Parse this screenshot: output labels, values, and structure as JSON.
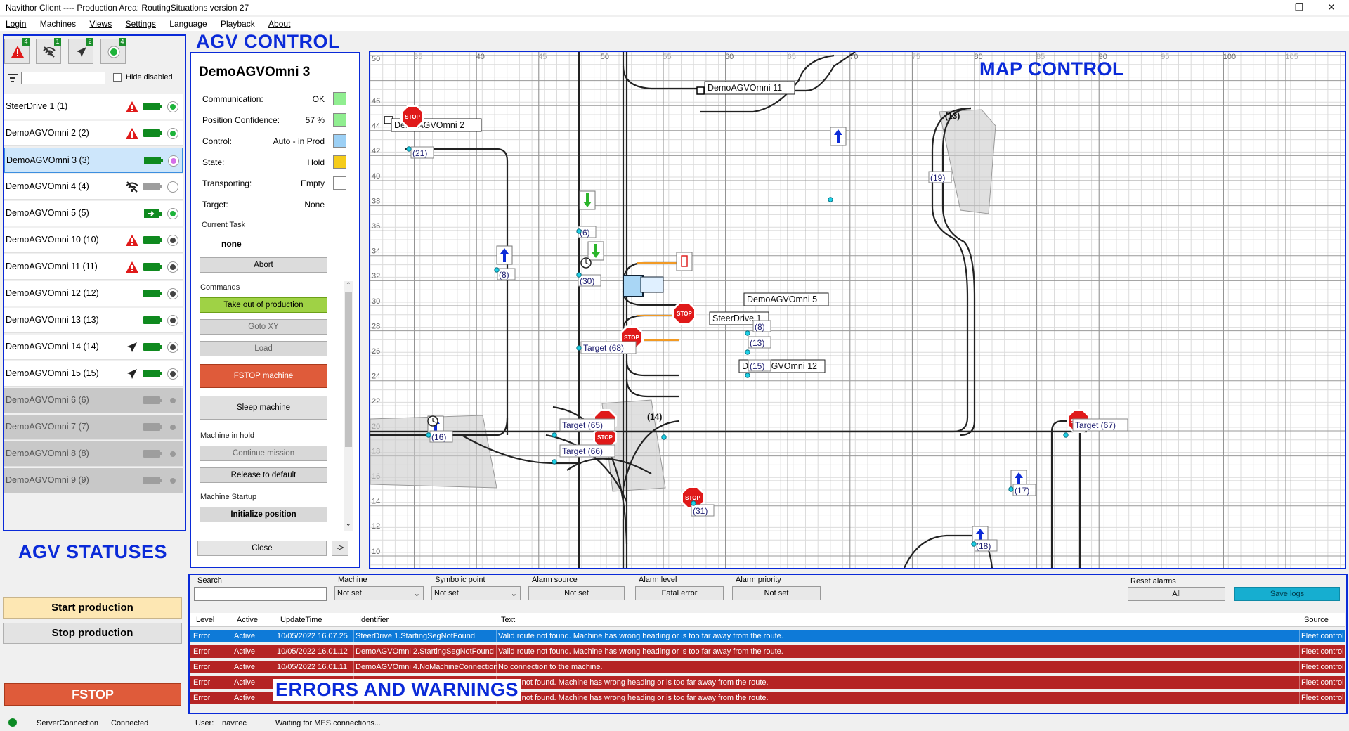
{
  "window": {
    "title": "Navithor Client ---- Production Area: RoutingSituations version 27",
    "min": "—",
    "max": "❐",
    "close": "✕"
  },
  "menu": [
    {
      "label": "Login"
    },
    {
      "label": "Machines"
    },
    {
      "label": "Views"
    },
    {
      "label": "Settings"
    },
    {
      "label": "Language"
    },
    {
      "label": "Playback"
    },
    {
      "label": "About"
    }
  ],
  "overlays": {
    "agv_control": "AGV CONTROL",
    "map_control": "MAP CONTROL",
    "agv_statuses": "AGV STATUSES",
    "errors": "ERRORS AND WARNINGS"
  },
  "status_filters": [
    {
      "icon": "warning-icon",
      "count": "4"
    },
    {
      "icon": "wifi-off-icon",
      "count": "1"
    },
    {
      "icon": "airplane-icon",
      "count": "2"
    },
    {
      "icon": "online-dot-icon",
      "count": "4"
    }
  ],
  "list_filter": {
    "value": "",
    "hide_disabled": "Hide disabled"
  },
  "agvs": [
    {
      "name": "SteerDrive 1 (1)",
      "icon": "warning-icon",
      "state": "green",
      "disabled": false
    },
    {
      "name": "DemoAGVOmni 2 (2)",
      "icon": "warning-icon",
      "state": "green",
      "disabled": false
    },
    {
      "name": "DemoAGVOmni 3 (3)",
      "icon": "",
      "state": "magenta",
      "disabled": false,
      "selected": true
    },
    {
      "name": "DemoAGVOmni 4 (4)",
      "icon": "wifi-off-icon",
      "state": "none",
      "disabled": false,
      "gray_battery": true
    },
    {
      "name": "DemoAGVOmni 5 (5)",
      "icon": "charging-icon",
      "state": "green",
      "disabled": false
    },
    {
      "name": "DemoAGVOmni 10 (10)",
      "icon": "warning-icon",
      "state": "dark",
      "disabled": false
    },
    {
      "name": "DemoAGVOmni 11 (11)",
      "icon": "warning-icon",
      "state": "dark",
      "disabled": false
    },
    {
      "name": "DemoAGVOmni 12 (12)",
      "icon": "",
      "state": "dark",
      "disabled": false
    },
    {
      "name": "DemoAGVOmni 13 (13)",
      "icon": "",
      "state": "dark",
      "disabled": false
    },
    {
      "name": "DemoAGVOmni 14 (14)",
      "icon": "airplane-icon",
      "state": "dark",
      "disabled": false
    },
    {
      "name": "DemoAGVOmni 15 (15)",
      "icon": "airplane-icon",
      "state": "dark",
      "disabled": false
    },
    {
      "name": "DemoAGVOmni 6 (6)",
      "icon": "",
      "state": "gray",
      "disabled": true
    },
    {
      "name": "DemoAGVOmni 7 (7)",
      "icon": "",
      "state": "gray",
      "disabled": true
    },
    {
      "name": "DemoAGVOmni 8 (8)",
      "icon": "",
      "state": "gray",
      "disabled": true
    },
    {
      "name": "DemoAGVOmni 9 (9)",
      "icon": "",
      "state": "gray",
      "disabled": true
    }
  ],
  "production": {
    "start": "Start production",
    "stop": "Stop production",
    "fstop": "FSTOP"
  },
  "agv_control": {
    "title": "DemoAGVOmni 3",
    "fields": [
      {
        "label": "Communication:",
        "value": "OK",
        "color": "#90ee90"
      },
      {
        "label": "Position Confidence:",
        "value": "57 %",
        "color": "#90ee90"
      },
      {
        "label": "Control:",
        "value": "Auto - in Prod",
        "color": "#9cd0f5"
      },
      {
        "label": "State:",
        "value": "Hold",
        "color": "#f5cc1a"
      },
      {
        "label": "Transporting:",
        "value": "Empty",
        "color": "#ffffff"
      },
      {
        "label": "Target:",
        "value": "None",
        "color": ""
      }
    ],
    "current_task_label": "Current Task",
    "current_task": "none",
    "abort": "Abort",
    "commands_label": "Commands",
    "take_out": "Take out of production",
    "goto": "Goto XY",
    "load": "Load",
    "fstop_machine": "FSTOP machine",
    "sleep": "Sleep machine",
    "hold_label": "Machine in hold",
    "continue": "Continue mission",
    "release": "Release to default",
    "startup_label": "Machine Startup",
    "init": "Initialize position",
    "close": "Close",
    "arrow": "->"
  },
  "map": {
    "x_ticks": [
      "35",
      "40",
      "45",
      "50",
      "55",
      "60",
      "65",
      "70",
      "75",
      "80",
      "85",
      "90",
      "95",
      "100",
      "105"
    ],
    "y_ticks": [
      "46",
      "44",
      "42",
      "40",
      "38",
      "36",
      "34",
      "32",
      "30",
      "28",
      "26",
      "24",
      "22",
      "20",
      "18",
      "16",
      "14",
      "12",
      "10"
    ],
    "top_y_tick": "50",
    "vehicle_labels": [
      "DemoAGVOmni 11",
      "DemoAGVOmni 2",
      "DemoAGVOmni 5",
      "SteerDrive 1",
      "DemoAGVOmni 12"
    ],
    "point_labels": [
      "(21)",
      "(19)",
      "(13)",
      "(6)",
      "(30)",
      "(8)",
      "(8)",
      "(13)",
      "(15)",
      "(16)",
      "(14)",
      "(31)",
      "(17)",
      "(18)"
    ],
    "targets": [
      "Target (68)",
      "Target (65)",
      "Target (66)",
      "Target (67)"
    ],
    "stop": "STOP"
  },
  "filters": {
    "search_label": "Search",
    "search_value": "",
    "machine_label": "Machine",
    "machine_value": "Not set",
    "symbolic_label": "Symbolic point",
    "symbolic_value": "Not set",
    "alarm_source_label": "Alarm source",
    "alarm_source_value": "Not set",
    "alarm_level_label": "Alarm level",
    "alarm_level_value": "Fatal error",
    "alarm_priority_label": "Alarm priority",
    "alarm_priority_value": "Not set",
    "reset_label": "Reset alarms",
    "reset_value": "All",
    "save_logs": "Save logs"
  },
  "log": {
    "headers": [
      "Level",
      "Active",
      "UpdateTime",
      "Identifier",
      "Text",
      "Source"
    ],
    "rows": [
      {
        "level": "Error",
        "active": "Active",
        "time": "10/05/2022 16.07.25",
        "id": "SteerDrive 1.StartingSegNotFound",
        "text": "Valid route not found. Machine has wrong heading or is too far away from the route.",
        "source": "Fleet control"
      },
      {
        "level": "Error",
        "active": "Active",
        "time": "10/05/2022 16.01.12",
        "id": "DemoAGVOmni 2.StartingSegNotFound",
        "text": "Valid route not found. Machine has wrong heading or is too far away from the route.",
        "source": "Fleet control"
      },
      {
        "level": "Error",
        "active": "Active",
        "time": "10/05/2022 16.01.11",
        "id": "DemoAGVOmni 4.NoMachineConnection",
        "text": "No connection to the machine.",
        "source": "Fleet control"
      },
      {
        "level": "Error",
        "active": "Active",
        "time": "",
        "id": "",
        "text": "l route not found. Machine has wrong heading or is too far away from the route.",
        "source": "Fleet control"
      },
      {
        "level": "Error",
        "active": "Active",
        "time": "",
        "id": "",
        "text": "l route not found. Machine has wrong heading or is too far away from the route.",
        "source": "Fleet control"
      }
    ]
  },
  "statusbar": {
    "server_label": "ServerConnection",
    "server_value": "Connected",
    "user_label": "User:",
    "user_value": "navitec",
    "message": "Waiting for MES connections..."
  }
}
